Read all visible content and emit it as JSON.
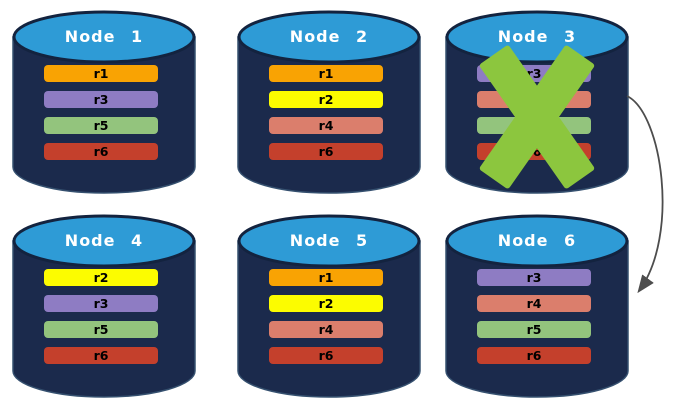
{
  "colors": {
    "cylinder_body": "#1B2A4C",
    "cylinder_top": "#2E9BD6",
    "cylinder_outline": "#13233F",
    "cylinder_rim": "#35506F",
    "failure_x": "#8CC63E",
    "arrow": "#4D4D4D",
    "replicas": {
      "r1": "#F9A303",
      "r2": "#FCFC00",
      "r3": "#8E7CC3",
      "r4": "#DB7E6C",
      "r5": "#93C47D",
      "r6": "#C4402C"
    }
  },
  "nodes": [
    {
      "name": "Node 1",
      "replicas": [
        "r1",
        "r3",
        "r5",
        "r6"
      ],
      "failed": false
    },
    {
      "name": "Node 2",
      "replicas": [
        "r1",
        "r2",
        "r4",
        "r6"
      ],
      "failed": false
    },
    {
      "name": "Node 3",
      "replicas": [
        "r3",
        "r4",
        "r5",
        "r6"
      ],
      "failed": true
    },
    {
      "name": "Node 4",
      "replicas": [
        "r2",
        "r3",
        "r5",
        "r6"
      ],
      "failed": false
    },
    {
      "name": "Node 5",
      "replicas": [
        "r1",
        "r2",
        "r4",
        "r6"
      ],
      "failed": false
    },
    {
      "name": "Node 6",
      "replicas": [
        "r3",
        "r4",
        "r5",
        "r6"
      ],
      "failed": false
    }
  ],
  "arrow": {
    "from": "Node 3",
    "to": "Node 6"
  }
}
